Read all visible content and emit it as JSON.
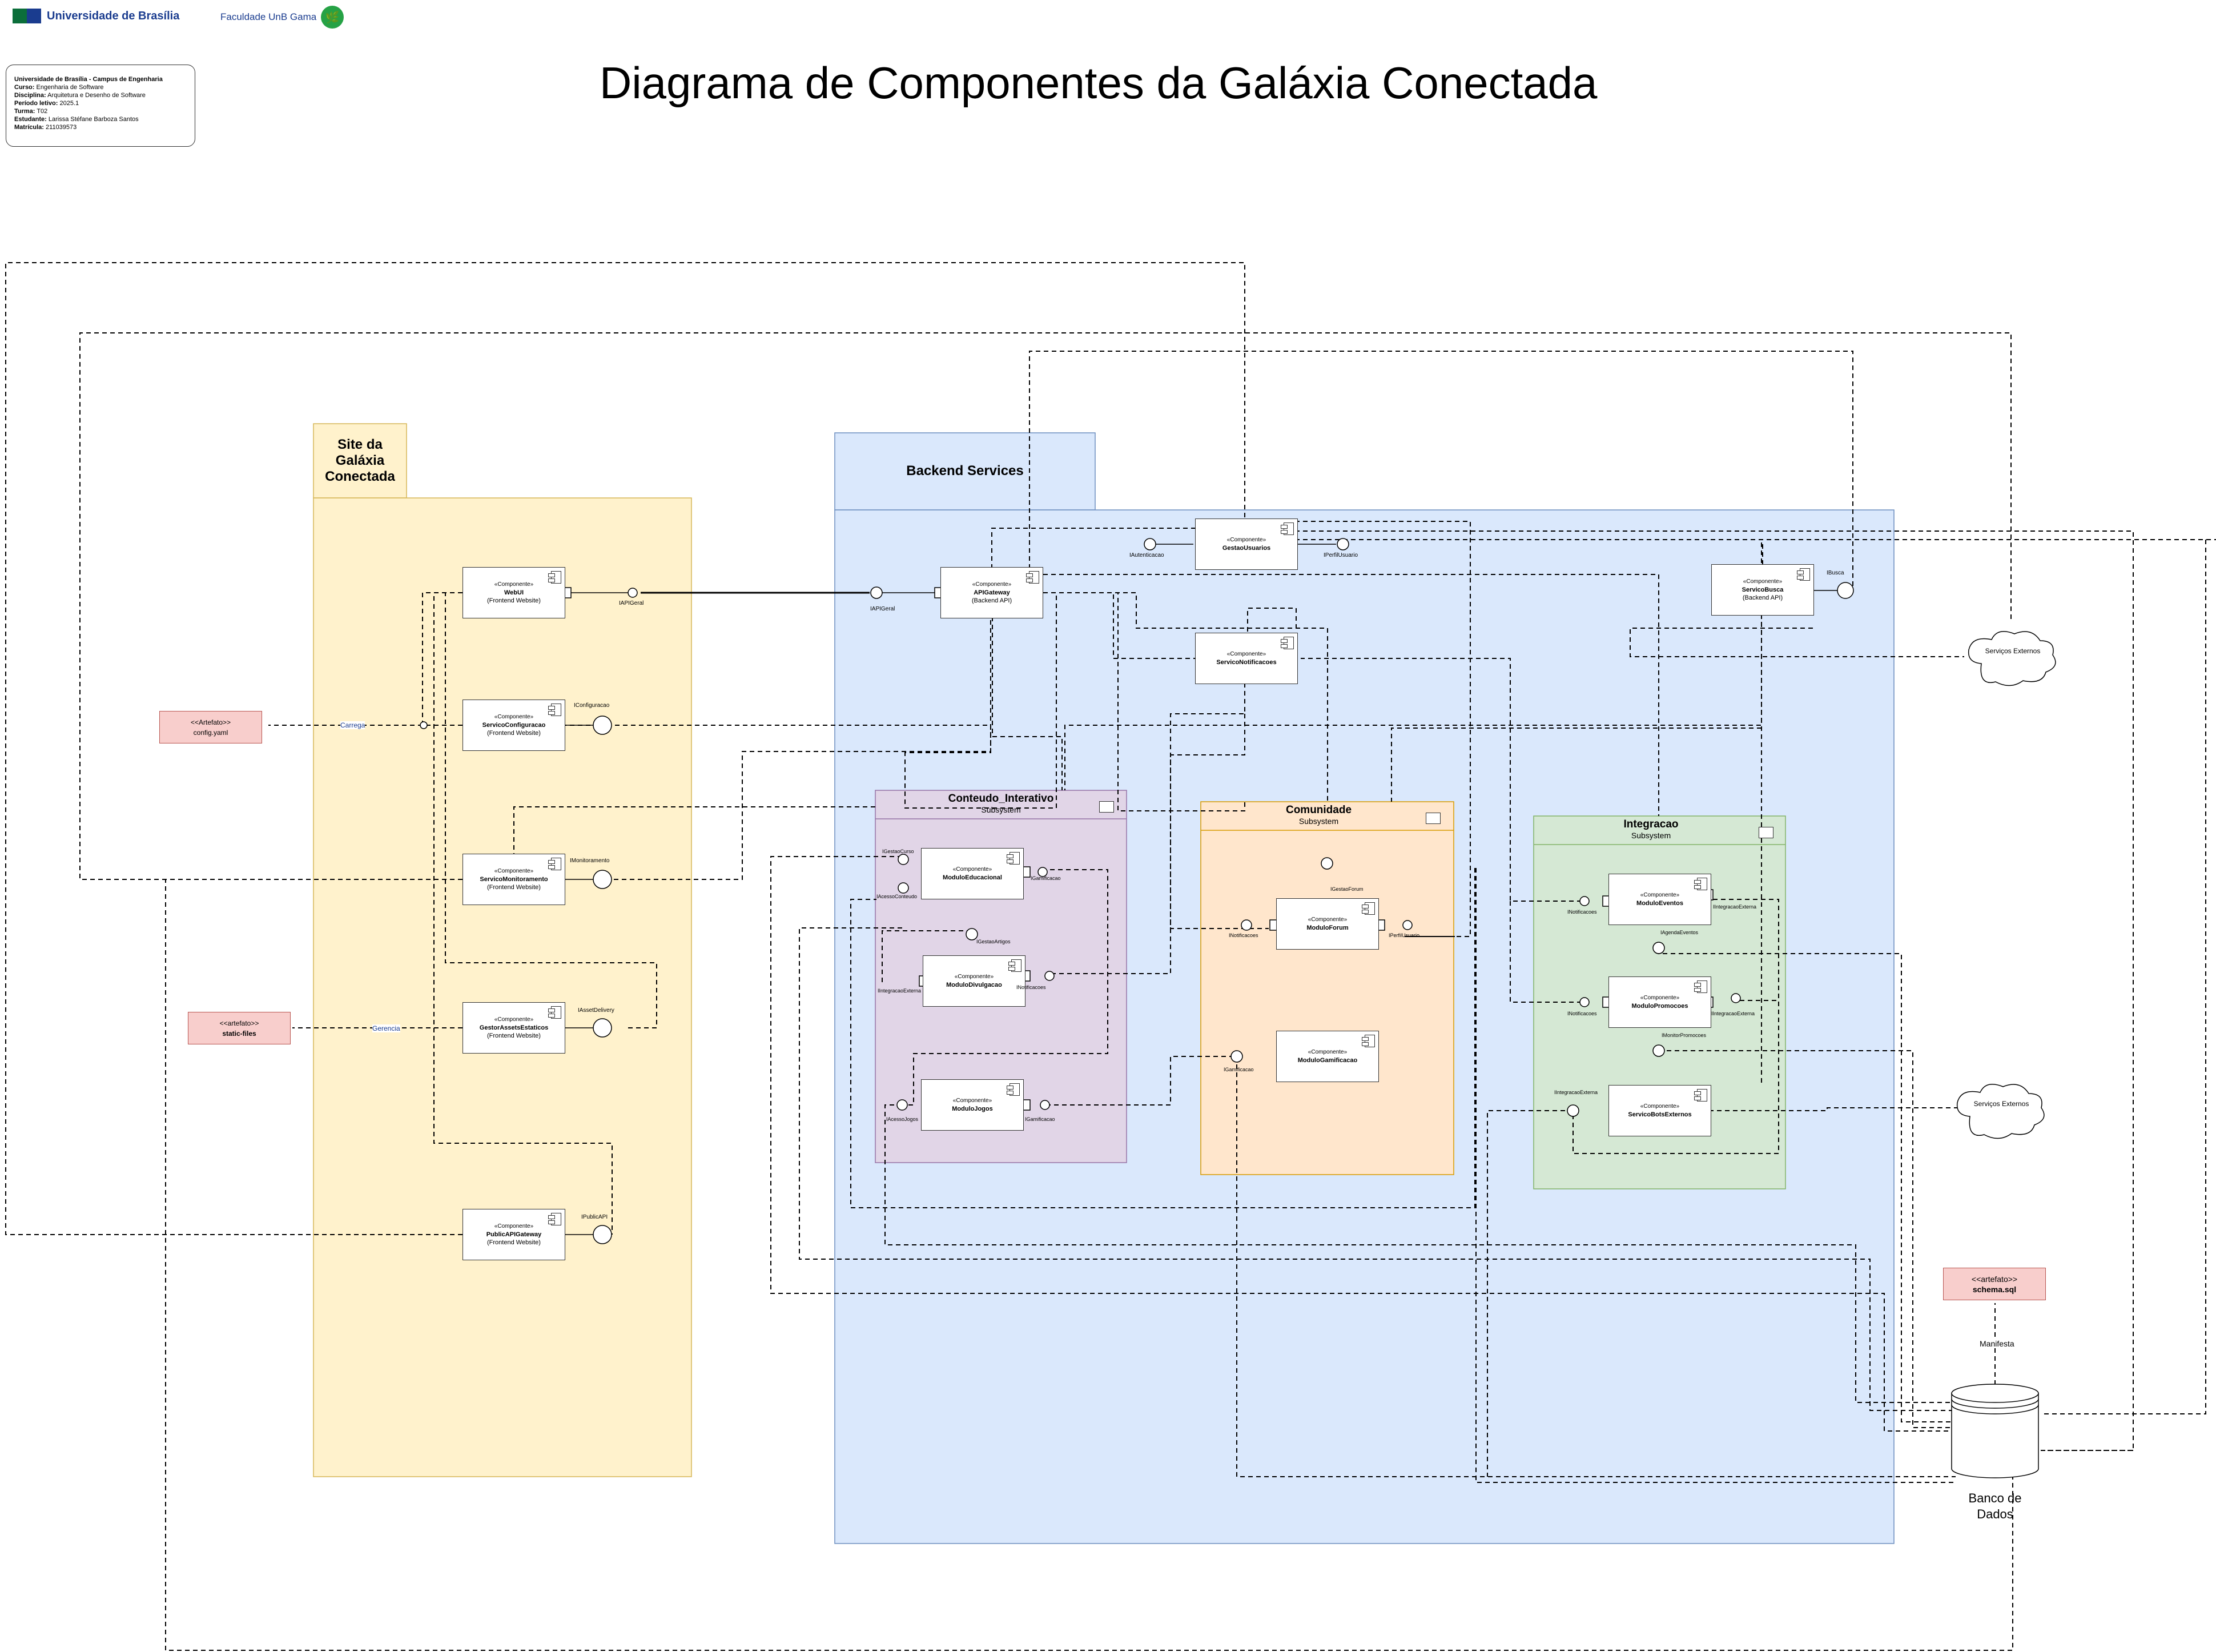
{
  "header": {
    "logo_unb": "Universidade de Brasília",
    "logo_fga": "Faculdade UnB Gama",
    "title": "Diagrama de Componentes da Galáxia Conectada"
  },
  "info": {
    "institution": "Universidade de Brasília - Campus de Engenharia",
    "course_label": "Curso:",
    "course": "Engenharia de Software",
    "discipline_label": "Disciplina:",
    "discipline": "Arquitetura e Desenho de Software",
    "period_label": "Período letivo:",
    "period": "2025.1",
    "class_label": "Turma:",
    "class": "T02",
    "student_label": "Estudante:",
    "student": "Larissa Stéfane Barboza Santos",
    "id_label": "Matrícula:",
    "id": "211039573"
  },
  "regions": {
    "site": "Site da Galáxia Conectada",
    "backend": "Backend Services"
  },
  "subsystems": {
    "conteudo": {
      "title": "Conteudo_Interativo",
      "subtitle": "Subsystem"
    },
    "comunidade": {
      "title": "Comunidade",
      "subtitle": "Subsystem"
    },
    "integracao": {
      "title": "Integracao",
      "subtitle": "Subsystem"
    }
  },
  "components": {
    "webui": {
      "stereo": "«Componente»",
      "name": "WebUI",
      "note": "(Frontend Website)"
    },
    "config": {
      "stereo": "«Componente»",
      "name": "ServicoConfiguracao",
      "note": "(Frontend Website)"
    },
    "monitor": {
      "stereo": "«Componente»",
      "name": "ServicoMonitoramento",
      "note": "(Frontend Website)"
    },
    "assets": {
      "stereo": "«Componente»",
      "name": "GestorAssetsEstaticos",
      "note": "(Frontend Website)"
    },
    "publicapi": {
      "stereo": "«Componente»",
      "name": "PublicAPIGateway",
      "note": "(Frontend Website)"
    },
    "apigw": {
      "stereo": "«Componente»",
      "name": "APIGateway",
      "note": "(Backend API)"
    },
    "gestaousr": {
      "stereo": "«Componente»",
      "name": "GestaoUsuarios",
      "note": ""
    },
    "notif": {
      "stereo": "«Componente»",
      "name": "ServicoNotificacoes",
      "note": ""
    },
    "busca": {
      "stereo": "«Componente»",
      "name": "ServicoBusca",
      "note": "(Backend API)"
    },
    "educ": {
      "stereo": "«Componente»",
      "name": "ModuloEducacional",
      "note": ""
    },
    "divulg": {
      "stereo": "«Componente»",
      "name": "ModuloDivulgacao",
      "note": ""
    },
    "jogos": {
      "stereo": "«Componente»",
      "name": "ModuloJogos",
      "note": ""
    },
    "forum": {
      "stereo": "«Componente»",
      "name": "ModuloForum",
      "note": ""
    },
    "gamif": {
      "stereo": "«Componente»",
      "name": "ModuloGamificacao",
      "note": ""
    },
    "eventos": {
      "stereo": "«Componente»",
      "name": "ModuloEventos",
      "note": ""
    },
    "promo": {
      "stereo": "«Componente»",
      "name": "ModuloPromocoes",
      "note": ""
    },
    "bots": {
      "stereo": "«Componente»",
      "name": "ServicoBotsExternos",
      "note": ""
    }
  },
  "interfaces": {
    "iapigeral_a": "IAPIGeral",
    "iapigeral_b": "IAPIGeral",
    "iconfiguracao": "IConfiguracao",
    "imonitoramento": "IMonitoramento",
    "iassetdelivery": "IAssetDelivery",
    "ipublicapi": "IPublicAPI",
    "iautenticacao": "IAutenticacao",
    "iperfilusuario_a": "IPerfilUsuario",
    "ibusca": "IBusca",
    "igestaocurso": "IGestaoCurso",
    "iacessoconteudo": "IAcessoConteudo",
    "igamificacao_a": "IGamificacao",
    "igestaoartigos": "IGestaoArtigos",
    "iintegracaoexterna_a": "IIntegracaoExterna",
    "inotificacoes_a": "INotificacoes",
    "iacessojogos": "IAcessoJogos",
    "igamificacao_b": "IGamificacao",
    "igestaoforum": "IGestaoForum",
    "inotificacoes_b": "INotificacoes",
    "iperfilusuario_b": "IPerfilUsuario",
    "igamificacao_c": "IGamificacao",
    "inotificacoes_c": "INotificacoes",
    "iintegracaoexterna_b": "IIntegracaoExterna",
    "iagendaeventos": "IAgendaEventos",
    "inotificacoes_d": "INotificacoes",
    "iintegracaoexterna_c": "IIntegracaoExterna",
    "imonitorpromocoes": "IMonitorPromocoes",
    "iintegracaoexterna_d": "IIntegracaoExterna"
  },
  "artifacts": {
    "config": {
      "stereo": "<<Artefato>>",
      "name": "config.yaml"
    },
    "static": {
      "stereo": "<<artefato>>",
      "name": "static-files"
    },
    "schema": {
      "stereo": "<<artefato>>",
      "name": "schema.sql"
    }
  },
  "edge_labels": {
    "carrega": "Carrega",
    "gerencia": "Gerencia",
    "manifesta": "Manifesta"
  },
  "externals": {
    "cloud_a": "Serviços Externos",
    "cloud_b": "Serviços Externos"
  },
  "database": "Banco de Dados",
  "colors": {
    "site_fill": "#fff2cc",
    "site_stroke": "#d6b656",
    "backend_fill": "#dae8fc",
    "backend_stroke": "#6c8ebf",
    "conteudo_fill": "#e1d5e7",
    "conteudo_stroke": "#9673a6",
    "comunidade_fill": "#ffe6cc",
    "comunidade_stroke": "#d79b00",
    "integracao_fill": "#d5e8d4",
    "integracao_stroke": "#82b366",
    "artifact_fill": "#f8cecc",
    "artifact_stroke": "#b85450"
  }
}
